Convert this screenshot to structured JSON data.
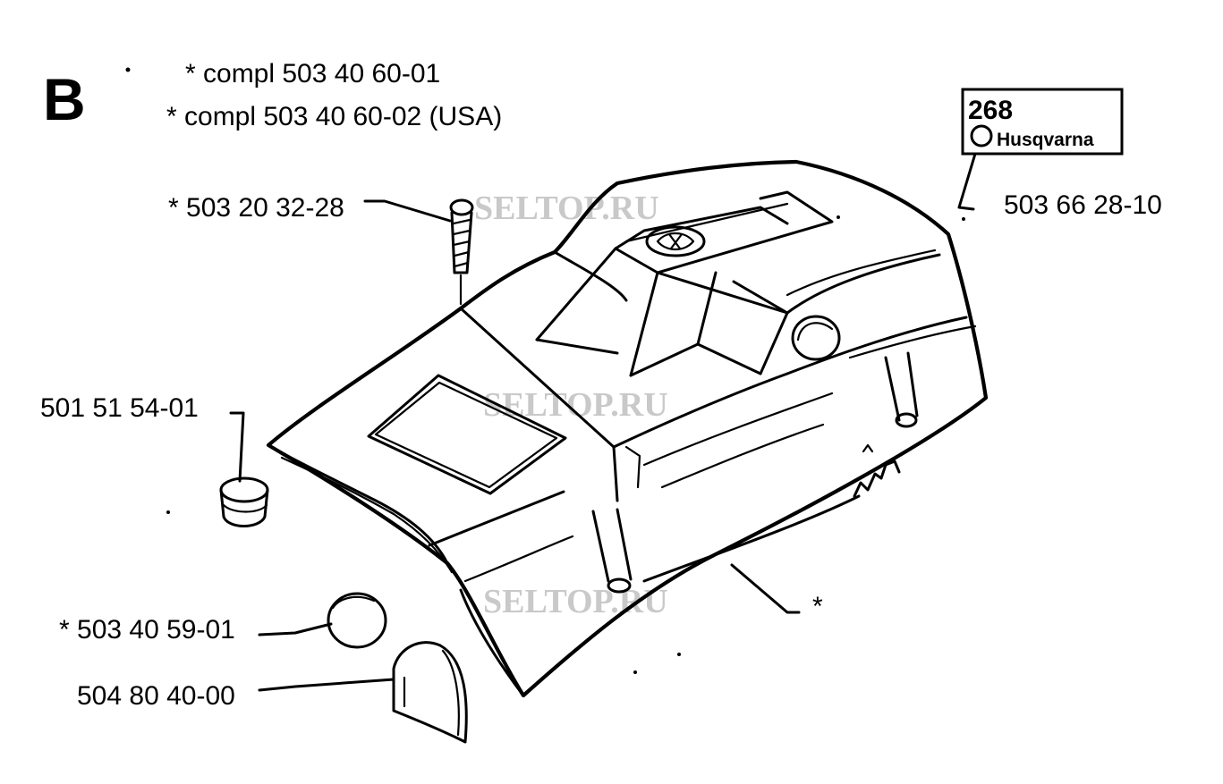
{
  "section_letter": "B",
  "header": {
    "compl_1": "*  compl 503 40 60-01",
    "compl_2": "*  compl 503 40 60-02 (USA)"
  },
  "parts": {
    "screw": "*  503 20 32-28",
    "decal": "503 66 28-10",
    "plug": "501 51 54-01",
    "cap": "*  503 40 59-01",
    "shield": "504 80 40-00",
    "cover": "*"
  },
  "decal_badge": {
    "model": "268",
    "brand": "Husqvarna"
  },
  "watermarks": [
    "SELTOP.RU",
    "SELTOP.RU",
    "SELTOP.RU"
  ]
}
